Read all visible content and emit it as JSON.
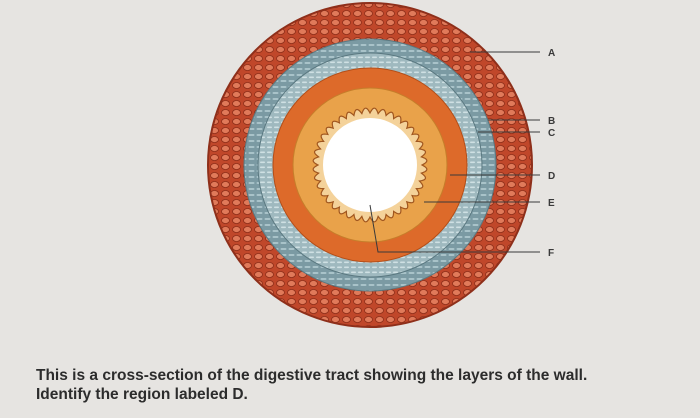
{
  "diagram": {
    "labels": {
      "A": "A",
      "B": "B",
      "C": "C",
      "D": "D",
      "E": "E",
      "F": "F"
    },
    "colors": {
      "serosa": "#c0472a",
      "serosa_texture": "#e07a5a",
      "longitudinal_muscle": "#7b9aa3",
      "circular_muscle": "#a8c1c7",
      "submucosa": "#dd6a2a",
      "mucosa": "#e9a24a",
      "epithelium": "#f4d29a",
      "lumen": "#ffffff",
      "leader_line": "#3a3a3a",
      "background": "#e6e4e1"
    }
  },
  "caption": {
    "line1": "This is a cross-section of the digestive tract showing the layers of the wall.",
    "line2": "Identify the region labeled D."
  }
}
